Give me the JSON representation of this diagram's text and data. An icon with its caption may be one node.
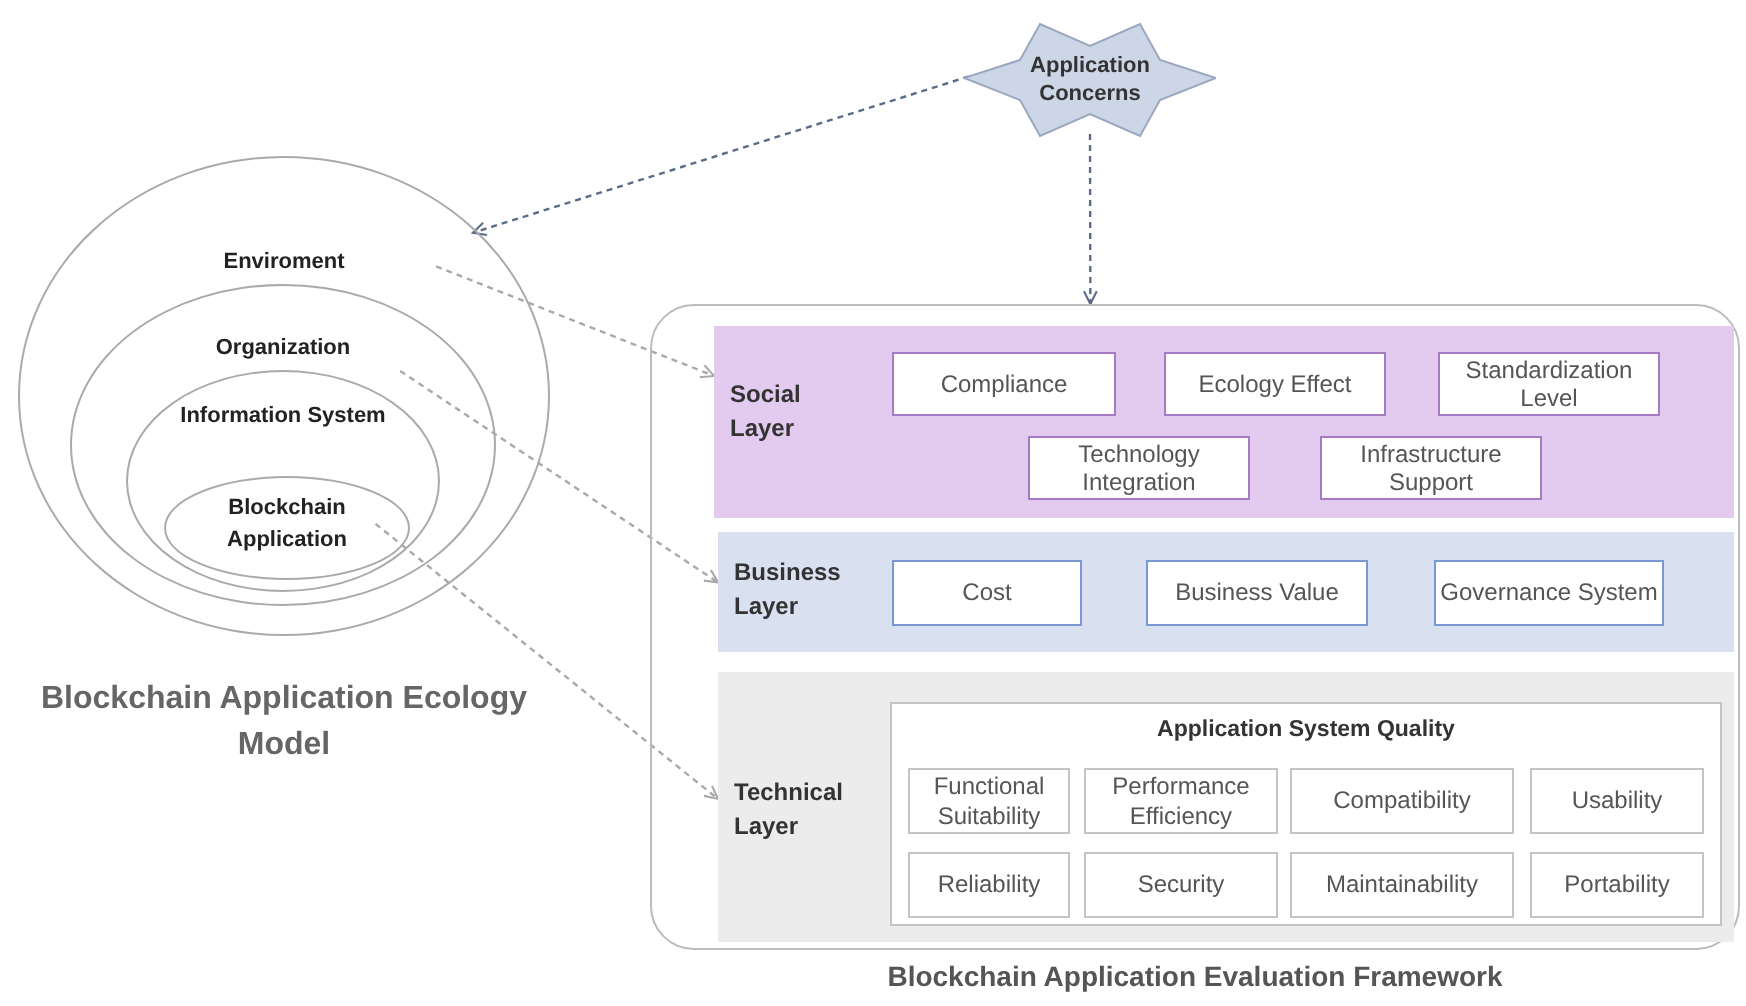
{
  "diagram": {
    "nodes": [
      {
        "text": [
          "Application Concerns"
        ]
      },
      {
        "text": [
          "Enviroment"
        ]
      },
      {
        "text": [
          "Organization"
        ],
        "in": 1
      },
      {
        "text": [
          "Information System"
        ],
        "in": 2
      },
      {
        "text": [
          "Blockchain Application"
        ],
        "in": 3
      },
      {
        "text": [
          "Blockchain Application Evaluation Framework"
        ]
      },
      {
        "text": [
          "Social Layer"
        ],
        "in": 5
      },
      {
        "text": [
          "Compliance"
        ],
        "in": 6
      },
      {
        "text": [
          "Ecology Effect"
        ],
        "in": 6
      },
      {
        "text": [
          "Standardization Level"
        ],
        "in": 6
      },
      {
        "text": [
          "Technology Integration"
        ],
        "in": 6
      },
      {
        "text": [
          "Infrastructure Support"
        ],
        "in": 6
      },
      {
        "text": [
          "Business Layer"
        ],
        "in": 5
      },
      {
        "text": [
          "Cost"
        ],
        "in": 12
      },
      {
        "text": [
          "Business Value"
        ],
        "in": 12
      },
      {
        "text": [
          "Governance System"
        ],
        "in": 12
      },
      {
        "text": [
          "Technical Layer"
        ],
        "in": 5
      },
      {
        "text": [
          "Application System Quality"
        ],
        "in": 16
      },
      {
        "text": [
          "Functional Suitability"
        ],
        "in": 17
      },
      {
        "text": [
          "Performance Efficiency"
        ],
        "in": 17
      },
      {
        "text": [
          "Compatibility"
        ],
        "in": 17
      },
      {
        "text": [
          "Usability"
        ],
        "in": 17
      },
      {
        "text": [
          "Reliability"
        ],
        "in": 17
      },
      {
        "text": [
          "Security"
        ],
        "in": 17
      },
      {
        "text": [
          "Maintainability"
        ],
        "in": 17
      },
      {
        "text": [
          "Portability"
        ],
        "in": 17
      }
    ],
    "edges": [
      {
        "from": 0,
        "to": 1,
        "arrow": "to",
        "style": "dashed",
        "color": "#5b6b88"
      },
      {
        "from": 0,
        "to": 5,
        "arrow": "to",
        "style": "dashed",
        "color": "#5b6b88"
      },
      {
        "from": 1,
        "to": 6,
        "arrow": "to",
        "style": "dashed"
      },
      {
        "from": 2,
        "to": 12,
        "arrow": "to",
        "style": "dashed"
      },
      {
        "from": 4,
        "to": 16,
        "arrow": "to",
        "style": "dashed"
      }
    ],
    "labels": [
      "Blockchain Application Ecology Model"
    ]
  }
}
